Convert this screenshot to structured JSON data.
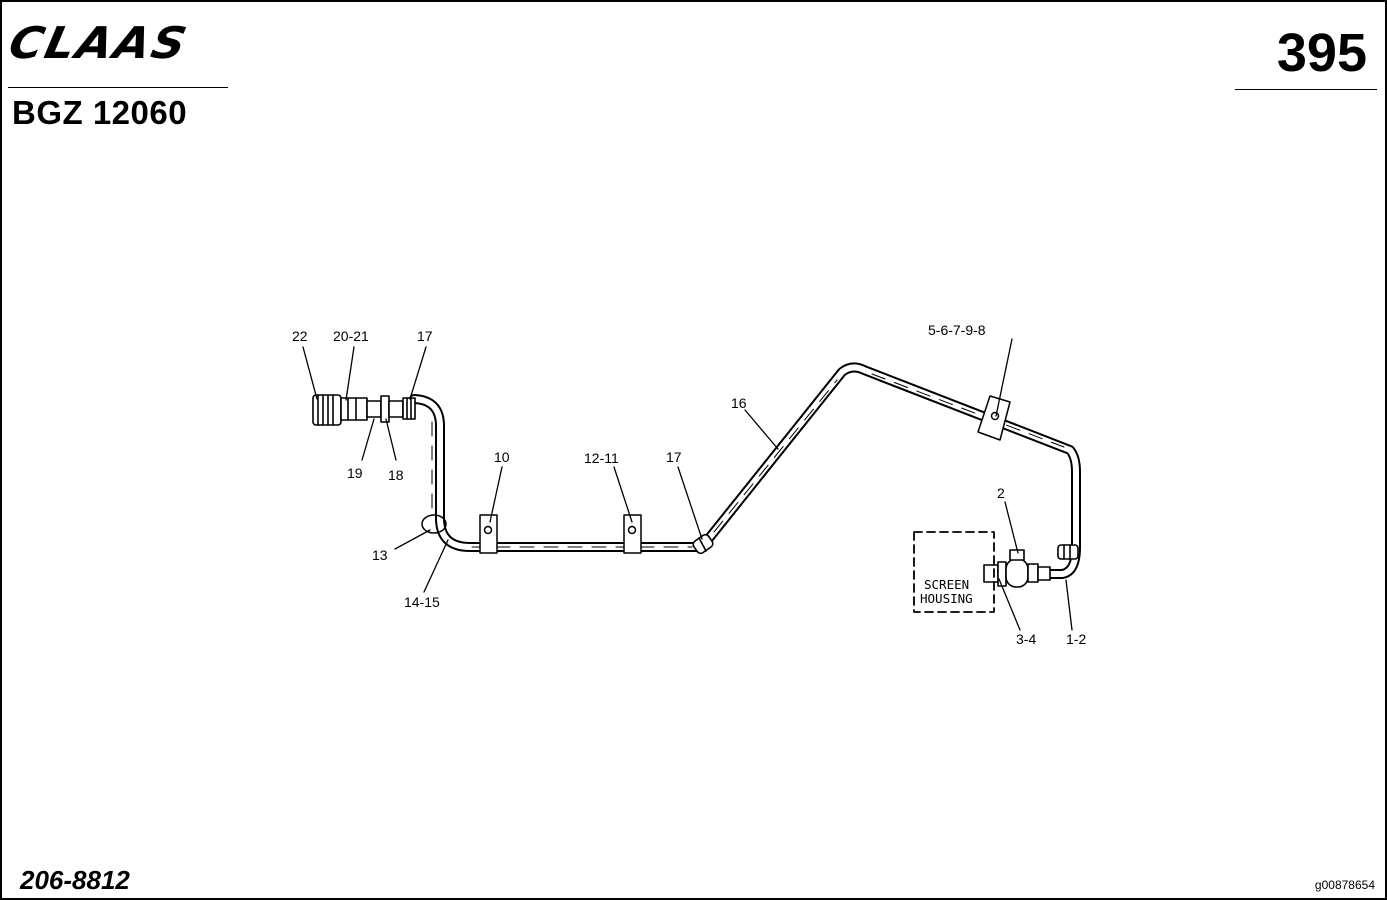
{
  "header": {
    "brand": "CLAAS",
    "model": "BGZ 12060",
    "page_number": "395"
  },
  "footer": {
    "part_number": "206-8812",
    "image_code": "g00878654"
  },
  "diagram": {
    "callouts": {
      "c22": "22",
      "c20_21": "20-21",
      "c17_top": "17",
      "c19": "19",
      "c18": "18",
      "c13": "13",
      "c14_15": "14-15",
      "c10": "10",
      "c12_11": "12-11",
      "c17_mid": "17",
      "c16": "16",
      "c5_6_7_9_8": "5-6-7-9-8",
      "c2": "2",
      "c3_4": "3-4",
      "c1_2": "1-2"
    },
    "screen_housing": {
      "line1": "SCREEN",
      "line2": "HOUSING"
    }
  }
}
